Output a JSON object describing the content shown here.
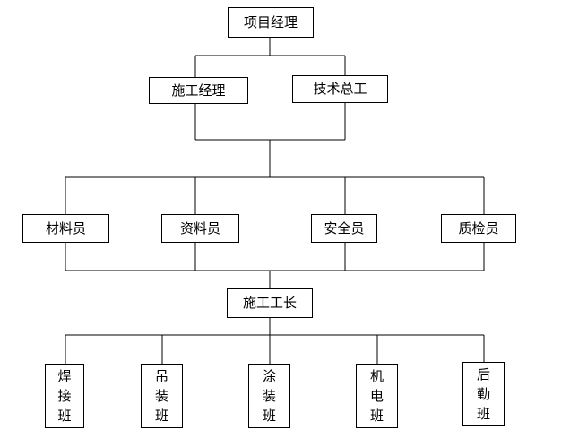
{
  "org_chart": {
    "top": "项目经理",
    "managers": [
      "施工经理",
      "技术总工"
    ],
    "staff": [
      "材料员",
      "资料员",
      "安全员",
      "质检员"
    ],
    "foreman": "施工工长",
    "teams": [
      [
        "焊",
        "接",
        "班"
      ],
      [
        "吊",
        "装",
        "班"
      ],
      [
        "涂",
        "装",
        "班"
      ],
      [
        "机",
        "电",
        "班"
      ],
      [
        "后",
        "勤",
        "班"
      ]
    ]
  }
}
